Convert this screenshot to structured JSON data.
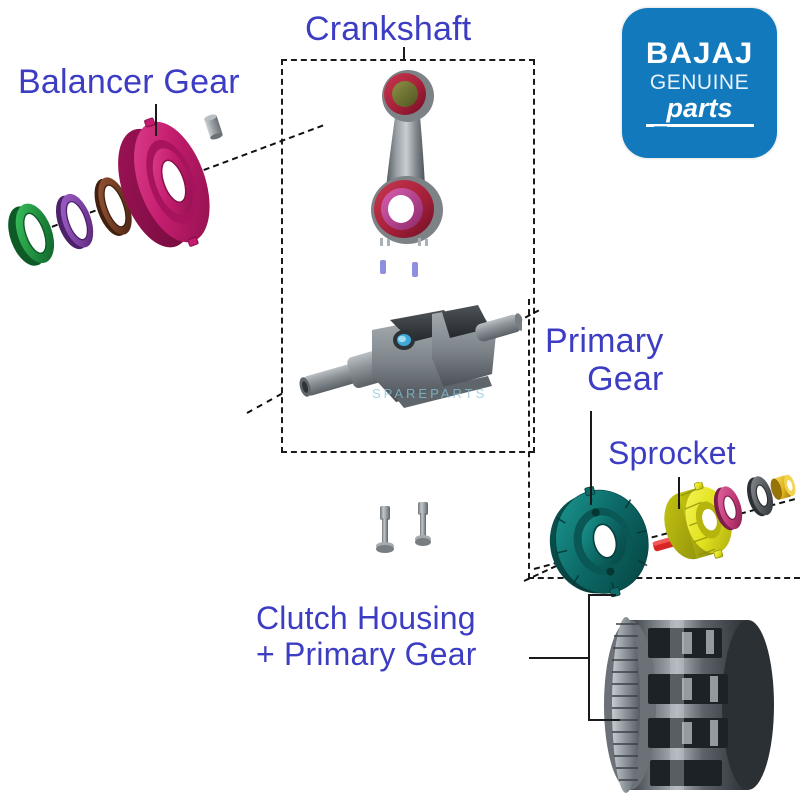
{
  "diagram": {
    "title": "Bajaj engine crankshaft exploded parts diagram",
    "background": "#ffffff",
    "label_color": "#3d3dc4",
    "leader_color": "#1a1a1a"
  },
  "labels": {
    "balancer_gear": "Balancer Gear",
    "crankshaft": "Crankshaft",
    "primary_gear_line1": "Primary",
    "primary_gear_line2": "Gear",
    "sprocket": "Sprocket",
    "clutch_line1": "Clutch Housing",
    "clutch_line2": "+ Primary Gear"
  },
  "logo": {
    "brand": "BAJAJ",
    "word_genuine": "GENUINE",
    "word_parts": "parts",
    "background_color": "#1279bd",
    "text_color": "#ffffff"
  },
  "parts": {
    "left_cluster": [
      {
        "name": "oil-seal-green",
        "color": "#1f8b3e"
      },
      {
        "name": "washer-purple",
        "color": "#7b3fa0"
      },
      {
        "name": "washer-bronze",
        "color": "#6e3a22"
      },
      {
        "name": "balancer-gear",
        "color": "#c41d6f"
      },
      {
        "name": "dowel-pin",
        "color": "#8e9296"
      }
    ],
    "center_cluster": [
      {
        "name": "connecting-rod",
        "color": "#6e7479"
      },
      {
        "name": "crank-pin-bearing",
        "color": "#a7203a"
      },
      {
        "name": "crankshaft",
        "color": "#71777c"
      },
      {
        "name": "bolt-left",
        "color": "#9aa0a4"
      },
      {
        "name": "bolt-right",
        "color": "#9aa0a4"
      }
    ],
    "right_cluster": [
      {
        "name": "primary-gear",
        "color": "#0d6b68"
      },
      {
        "name": "woodruff-key",
        "color": "#d82626"
      },
      {
        "name": "sprocket",
        "color": "#e2e21f"
      },
      {
        "name": "washer-magenta",
        "color": "#c23a78"
      },
      {
        "name": "washer-steel",
        "color": "#55585c"
      },
      {
        "name": "nut-gold",
        "color": "#e0b41c"
      },
      {
        "name": "clutch-housing",
        "color": "#4a4f55"
      }
    ]
  },
  "watermark": {
    "text": "SPAREPARTS"
  }
}
